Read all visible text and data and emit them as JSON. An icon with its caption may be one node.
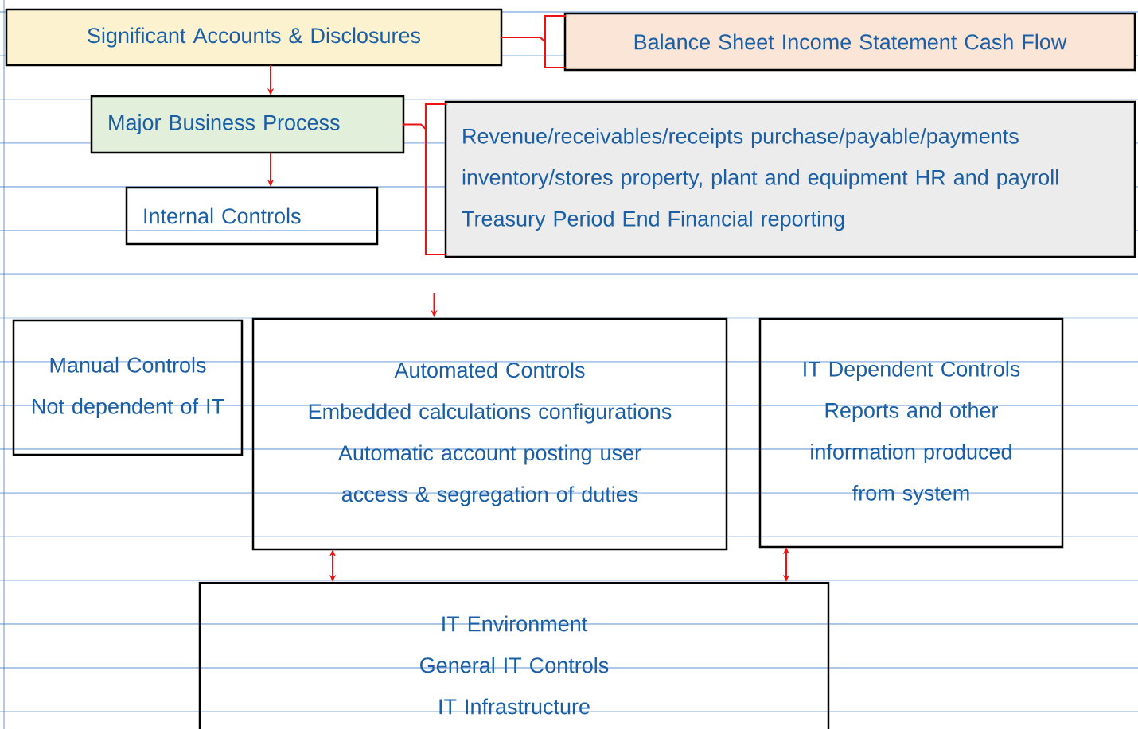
{
  "diagram": {
    "nodes": [
      {
        "text": [
          "Significant Accounts & Disclosures"
        ]
      },
      {
        "text": [
          "Balance Sheet Income Statement Cash Flow"
        ]
      },
      {
        "text": [
          "Major Business Process"
        ]
      },
      {
        "text": [
          "Revenue/receivables/receipts purchase/payable/payments inventory/stores property, plant and equipment HR and payroll Treasury Period End Financial reporting"
        ]
      },
      {
        "text": [
          "Internal Controls"
        ]
      },
      {
        "text": [
          "Manual Controls Not dependent of IT"
        ]
      },
      {
        "text": [
          "Automated Controls",
          "Embedded calculations configurations Automatic account posting user access & segregation of duties"
        ]
      },
      {
        "text": [
          "IT Dependent Controls",
          "Reports and other information produced from system"
        ]
      },
      {
        "text": [
          "IT Environment",
          "General IT Controls",
          "IT Infrastructure"
        ]
      }
    ],
    "edges": [
      {
        "from": 0,
        "to": 1,
        "arrow": "none"
      },
      {
        "from": 0,
        "to": 2,
        "arrow": "to"
      },
      {
        "from": 2,
        "to": 3,
        "arrow": "none"
      },
      {
        "from": 2,
        "to": 4,
        "arrow": "to"
      },
      {
        "from": null,
        "to": 6,
        "arrow": "to"
      },
      {
        "from": 6,
        "to": 8,
        "arrow": "both"
      },
      {
        "from": 7,
        "to": 8,
        "arrow": "both"
      }
    ]
  }
}
